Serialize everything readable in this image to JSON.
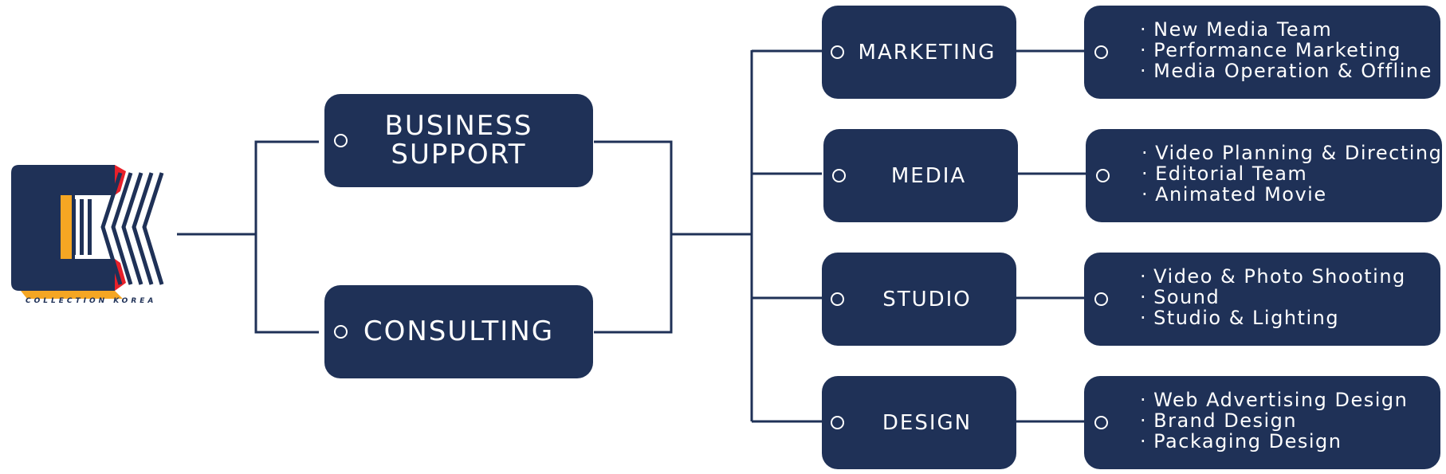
{
  "colors": {
    "box": "#1f3157",
    "line": "#1f3157",
    "logo_orange": "#f5a623",
    "logo_red": "#e8202a"
  },
  "logo": {
    "tagline": "COLLECTION KOREA"
  },
  "level1": [
    {
      "lines": [
        "BUSINESS",
        "SUPPORT"
      ]
    },
    {
      "lines": [
        "CONSULTING"
      ]
    }
  ],
  "departments": [
    {
      "name": "MARKETING",
      "items": [
        "New Media Team",
        "Performance Marketing",
        "Media Operation & Offline"
      ]
    },
    {
      "name": "MEDIA",
      "items": [
        "Video Planning & Directing",
        "Editorial Team",
        "Animated Movie"
      ]
    },
    {
      "name": "STUDIO",
      "items": [
        "Video & Photo Shooting",
        "Sound",
        "Studio & Lighting"
      ]
    },
    {
      "name": "DESIGN",
      "items": [
        "Web Advertising Design",
        "Brand Design",
        "Packaging Design"
      ]
    }
  ]
}
